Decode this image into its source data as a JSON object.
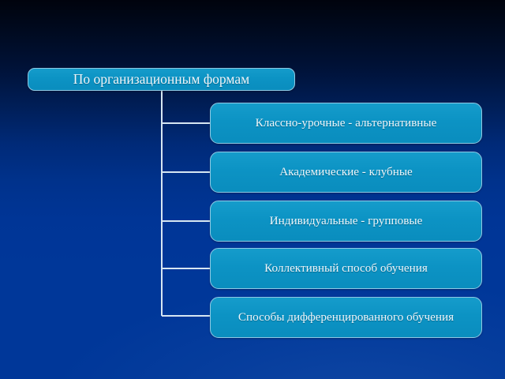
{
  "slide": {
    "kind": "hierarchy-diagram",
    "colors": {
      "background_top": "#00030d",
      "background_bottom": "#003799",
      "node_fill": "#0c93c4",
      "node_border": "#8fc9e4",
      "node_text": "#eef6fb",
      "connector_line": "#d7e6f2"
    }
  },
  "diagram": {
    "root": {
      "label": "По организационным формам"
    },
    "children": [
      {
        "label": "Классно-урочные - альтернативные"
      },
      {
        "label": "Академические - клубные"
      },
      {
        "label": "Индивидуальные - групповые"
      },
      {
        "label": "Коллективный способ обучения"
      },
      {
        "label": "Способы дифференцированного обучения"
      }
    ]
  }
}
